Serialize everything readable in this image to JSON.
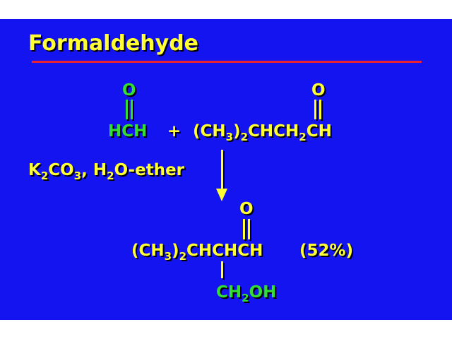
{
  "slide": {
    "title": "Formaldehyde",
    "background_color": "#1414f0",
    "title_rule_color": "#e8232f",
    "text_color_yellow": "#ffff33",
    "text_color_green": "#33dd33"
  },
  "reactant1": {
    "oxygen": "O",
    "formula": "HCH"
  },
  "plus": "+",
  "reactant2": {
    "oxygen": "O",
    "p1": "(CH",
    "sub1": "3",
    "p2": ")",
    "sub2": "2",
    "p3": "CHCH",
    "sub3": "2",
    "p4": "CH"
  },
  "conditions": {
    "p1": "K",
    "sub1": "2",
    "p2": "CO",
    "sub2": "3",
    "p3": ", H",
    "sub3": "2",
    "p4": "O-ether"
  },
  "product": {
    "oxygen": "O",
    "p1": "(CH",
    "sub1": "3",
    "p2": ")",
    "sub2": "2",
    "p3": "CHCHCH",
    "yield": "(52%)",
    "ch2oh_p1": "CH",
    "ch2oh_sub": "2",
    "ch2oh_p2": "OH"
  }
}
